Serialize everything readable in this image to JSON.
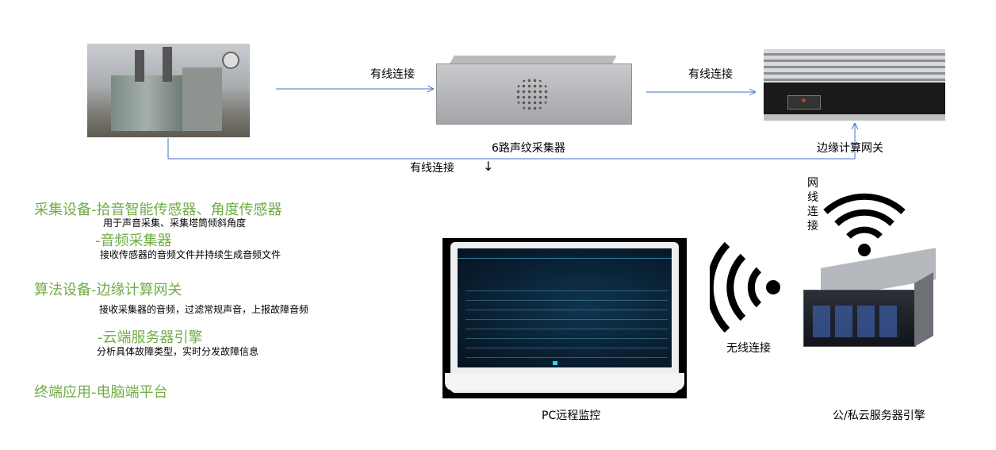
{
  "diagram": {
    "edge_labels": {
      "wired_1": "有线连接",
      "wired_2": "有线连接",
      "wired_3": "有线连接",
      "down_arrow": "↓",
      "wireless": "无线连接",
      "network_cable": "网线连接"
    },
    "nodes": {
      "collector": "6路声纹采集器",
      "gateway": "边缘计算网关",
      "pc": "PC远程监控",
      "server": "公/私云服务器引擎"
    },
    "legend": {
      "collect_title": "采集设备-拾音智能传感器、角度传感器",
      "collect_desc": "用于声音采集、采集塔筒倾斜角度",
      "audio_title": "-音频采集器",
      "audio_desc": "接收传感器的音频文件并持续生成音频文件",
      "algo_title": "算法设备-边缘计算网关",
      "algo_desc": "接收采集器的音频，过滤常规声音，上报故障音频",
      "cloud_title": "-云端服务器引擎",
      "cloud_desc": "分析具体故障类型，实时分发故障信息",
      "terminal_title": "终端应用-电脑端平台"
    },
    "colors": {
      "accent": "#70ad47",
      "line": "#4472c4"
    }
  }
}
